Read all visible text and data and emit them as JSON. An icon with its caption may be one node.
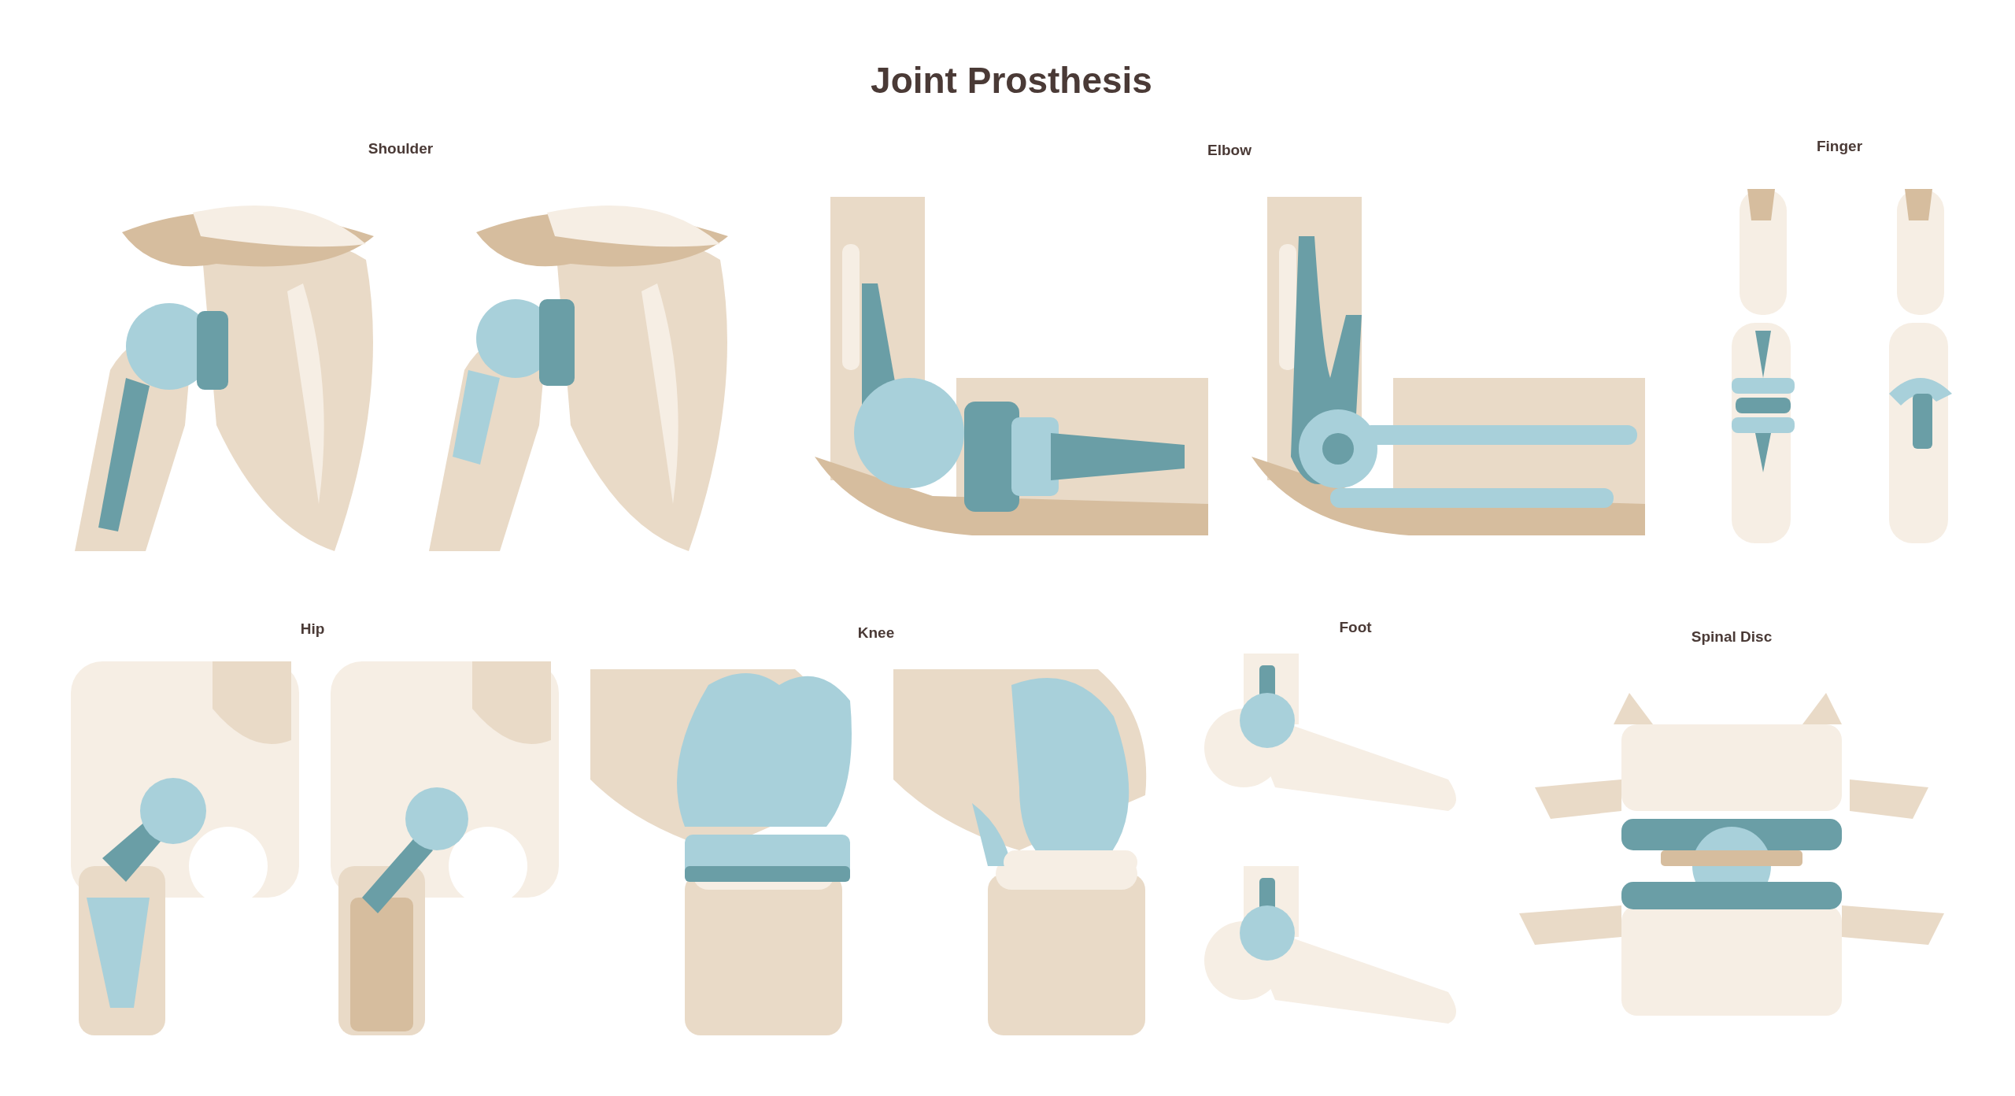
{
  "diagram": {
    "title": "Joint Prosthesis",
    "labels": [
      "Shoulder",
      "Elbow",
      "Finger",
      "Hip",
      "Knee",
      "Foot",
      "Spinal Disc"
    ]
  }
}
